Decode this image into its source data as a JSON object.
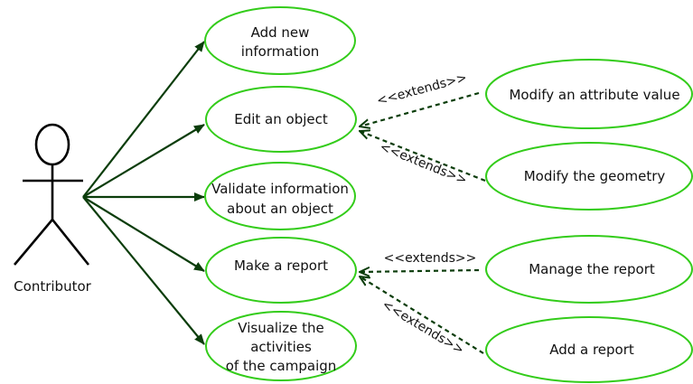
{
  "actor": {
    "label": "Contributor"
  },
  "use_cases": [
    {
      "lines": [
        "Add new",
        "information"
      ]
    },
    {
      "lines": [
        "Edit an object"
      ]
    },
    {
      "lines": [
        "Validate information",
        "about an object"
      ]
    },
    {
      "lines": [
        "Make a report"
      ]
    },
    {
      "lines": [
        "Visualize the",
        "activities",
        "of the campaign"
      ]
    },
    {
      "lines": [
        "Modify an attribute value"
      ]
    },
    {
      "lines": [
        "Modify the geometry"
      ]
    },
    {
      "lines": [
        "Manage the report"
      ]
    },
    {
      "lines": [
        "Add a report"
      ]
    }
  ],
  "extends_label": "<<extends>>",
  "colors": {
    "use_case_border": "#33cc1a",
    "arrow": "#0b3d0b",
    "actor": "#000000"
  }
}
